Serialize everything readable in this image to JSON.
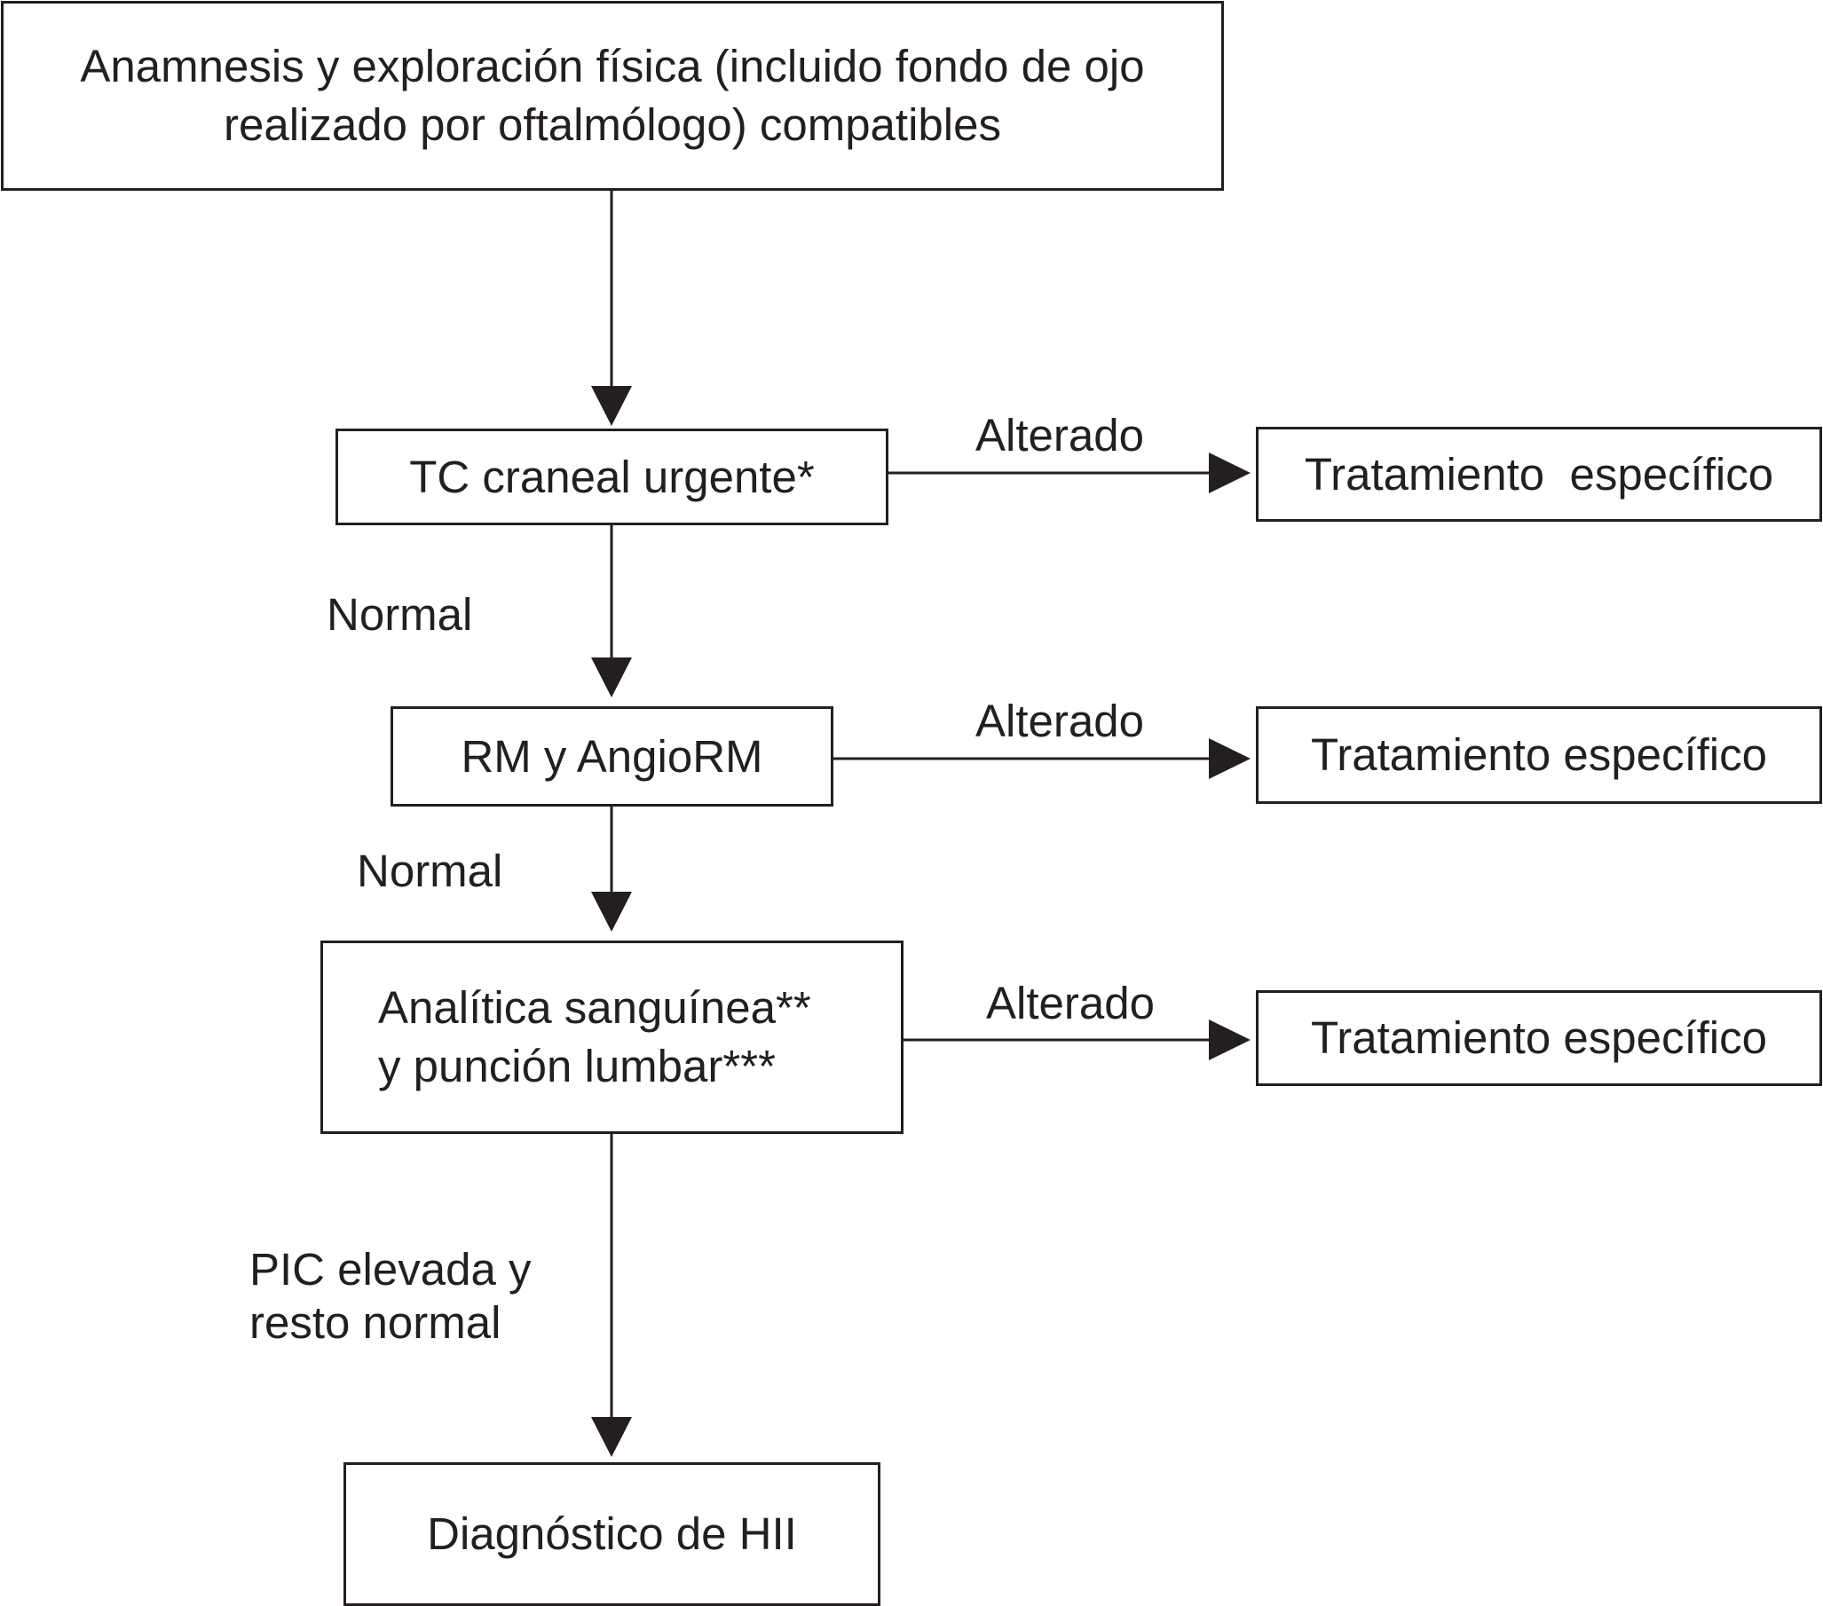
{
  "flowchart": {
    "start": {
      "line1": "Anamnesis y exploración física (incluido fondo de ojo",
      "line2": "realizado por oftalmólogo) compatibles"
    },
    "tc": {
      "label": "TC craneal urgente*"
    },
    "rm": {
      "label": "RM y AngioRM"
    },
    "analitica": {
      "line1": "Analítica sanguínea**",
      "line2": "y punción lumbar***"
    },
    "diagnostico": {
      "label": "Diagnóstico de HII"
    },
    "treatments": [
      {
        "label": "Tratamiento  específico"
      },
      {
        "label": "Tratamiento específico"
      },
      {
        "label": "Tratamiento específico"
      }
    ],
    "edges": {
      "altered": [
        "Alterado",
        "Alterado",
        "Alterado"
      ],
      "normal": [
        "Normal",
        "Normal"
      ],
      "pic_line1": "PIC elevada y",
      "pic_line2": "resto normal"
    }
  }
}
